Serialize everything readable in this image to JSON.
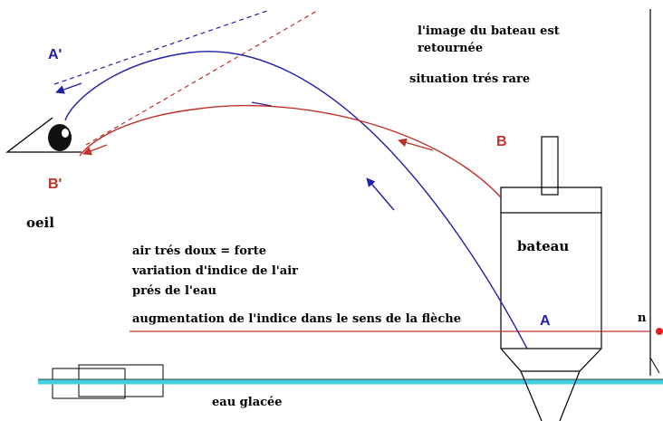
{
  "labels": {
    "a_prime": "A'",
    "b_prime": "B'",
    "a": "A",
    "b": "B",
    "n": "n",
    "oeil": "oeil",
    "bateau": "bateau",
    "caption_line1": "l'image du bateau est",
    "caption_line2": "retournée",
    "rare": "situation trés rare",
    "air_line1": "air trés doux = forte",
    "air_line2": "variation d'indice de l'air",
    "air_line3": "prés de l'eau",
    "gradient": "augmentation de l'indice dans le sens de la flèche",
    "eau": "eau glacée"
  },
  "colors": {
    "ray_a": "#1f1fa8",
    "ray_b": "#c0302a",
    "water": "#40d0e0",
    "ink": "#000000",
    "index_dot": "#e02020"
  }
}
